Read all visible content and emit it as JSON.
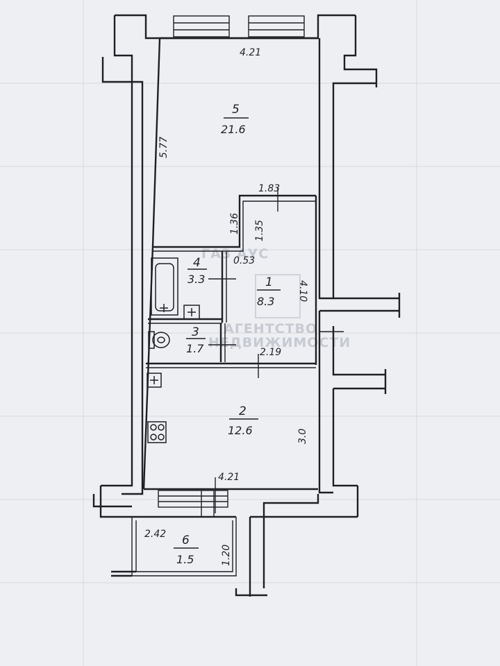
{
  "rooms": [
    {
      "id": "r5",
      "number": "5",
      "area": "21.6"
    },
    {
      "id": "r1",
      "number": "1",
      "area": "8.3"
    },
    {
      "id": "r4",
      "number": "4",
      "area": "3.3"
    },
    {
      "id": "r3",
      "number": "3",
      "area": "1.7"
    },
    {
      "id": "r2",
      "number": "2",
      "area": "12.6"
    },
    {
      "id": "r6",
      "number": "6",
      "area": "1.5"
    }
  ],
  "dimensions": {
    "top_width": "4.21",
    "room5_length": "5.77",
    "corridor_width": "1.83",
    "wall_left": "1.36",
    "wall_right": "1.35",
    "partition": "0.53",
    "room1_length": "4.10",
    "room1_width": "2.19",
    "kitchen_length": "3.0",
    "bottom_width": "4.21",
    "balcony_width": "2.42",
    "balcony_depth": "1.20"
  },
  "watermark": {
    "line1": "ГАЗ АУС",
    "line2": "АГЕНТСТВО",
    "line3": "НЕДВИЖИМОСТИ"
  }
}
